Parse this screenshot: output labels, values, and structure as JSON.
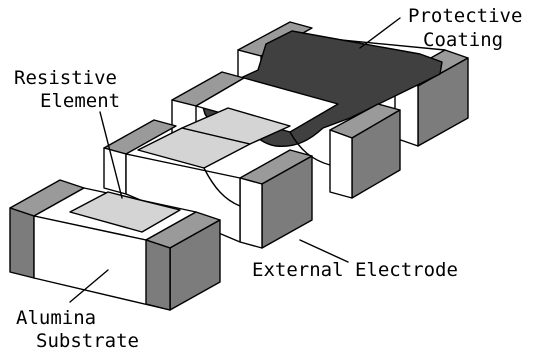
{
  "labels": {
    "protective_coating": [
      "Protective",
      "Coating"
    ],
    "resistive_element": [
      "Resistive",
      "Element"
    ],
    "external_electrode": "External Electrode",
    "alumina_substrate": [
      "Alumina",
      "Substrate"
    ]
  },
  "colors": {
    "substrate": "#ffffff",
    "electrode": "#9a9a9a",
    "electrode_dark": "#7c7c7c",
    "resistive_element": "#d4d4d4",
    "protective_coating": "#404040",
    "outline": "#000000"
  }
}
